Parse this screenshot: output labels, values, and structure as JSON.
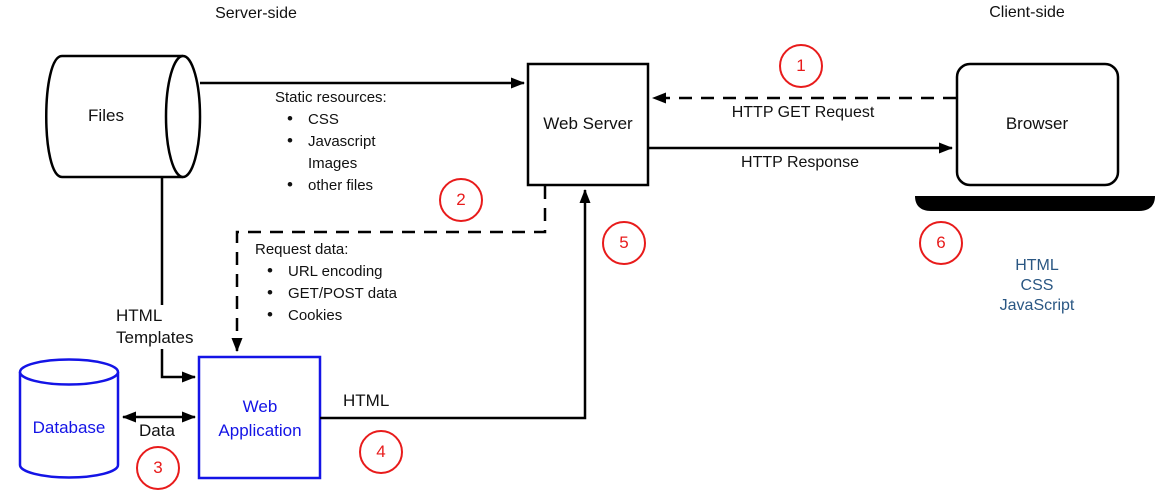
{
  "colors": {
    "accent_red": "#e81b1b",
    "node_blue": "#1414e6",
    "stack_blue": "#2a5783",
    "line_black": "#000000"
  },
  "sections": {
    "server_side": "Server-side",
    "client_side": "Client-side"
  },
  "nodes": {
    "files": "Files",
    "web_server": "Web Server",
    "browser": "Browser",
    "database": "Database",
    "web_application": [
      "Web",
      "Application"
    ]
  },
  "edges": {
    "static_resources": {
      "title": "Static resources:",
      "items": [
        "CSS",
        "Javascript",
        "Images",
        "other files"
      ]
    },
    "http_get": "HTTP GET Request",
    "http_response": "HTTP Response",
    "request_data": {
      "title": "Request data:",
      "items": [
        "URL encoding",
        "GET/POST data",
        "Cookies"
      ]
    },
    "html_templates": [
      "HTML",
      "Templates"
    ],
    "data": "Data",
    "html": "HTML"
  },
  "client_stack": [
    "HTML",
    "CSS",
    "JavaScript"
  ],
  "steps": [
    "1",
    "2",
    "3",
    "4",
    "5",
    "6"
  ]
}
